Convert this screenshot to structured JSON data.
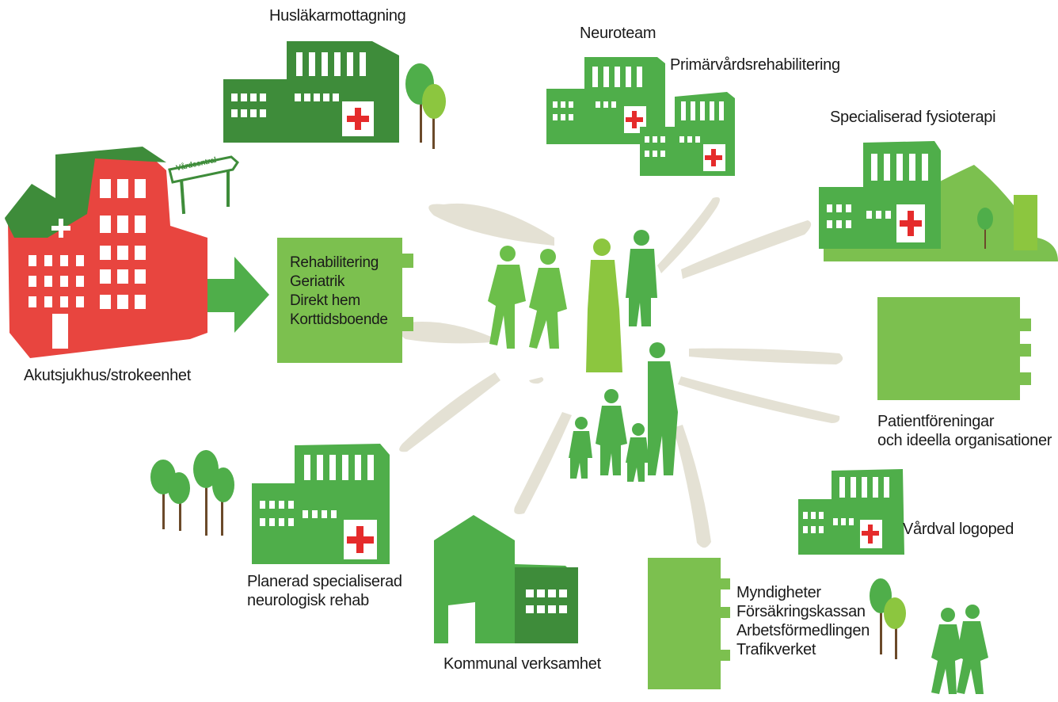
{
  "labels": {
    "huslakar": "Husläkarmottagning",
    "neuroteam": "Neuroteam",
    "primarvard": "Primärvårdsrehabilitering",
    "specfysio": "Specialiserad fysioterapi",
    "akut": "Akutsjukhus/strokeenhet",
    "vardcentral_sign": "Vårdcentral",
    "rehab_options": [
      "Rehabilitering",
      "Geriatrik",
      "Direkt hem",
      "Korttidsboende"
    ],
    "patientforeningar": [
      "Patientföreningar",
      "och ideella organisationer"
    ],
    "vardval": "Vårdval logoped",
    "planerad": [
      "Planerad specialiserad",
      "neurologisk rehab"
    ],
    "kommunal": "Kommunal verksamhet",
    "myndigheter": [
      "Myndigheter",
      "Försäkringskassan",
      "Arbetsförmedlingen",
      "Trafikverket"
    ]
  },
  "colors": {
    "green_dark": "#3a8a3a",
    "green_mid": "#4fae4a",
    "green_light": "#7cc04f",
    "red": "#e8453f",
    "beam": "#e5e2d6",
    "cross": "#e52b2b"
  }
}
